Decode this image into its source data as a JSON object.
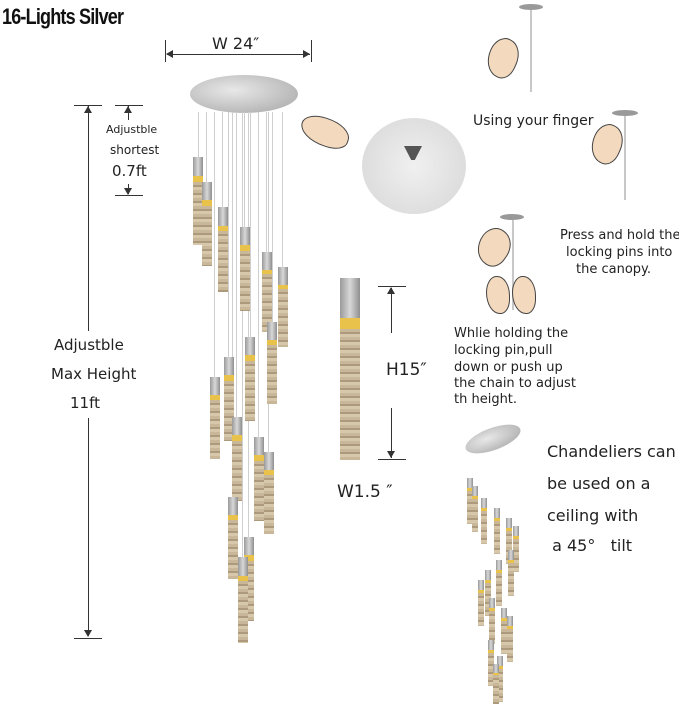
{
  "title": "16-Lights Silver",
  "dimensions": {
    "width_label": "W 24″",
    "shortest_label_line1": "Adjustble",
    "shortest_label_line2": "shortest",
    "shortest_value": "0.7ft",
    "max_label_line1": "Adjustble",
    "max_label_line2": "Max Height",
    "max_value": "11ft",
    "pendant_height": "H15″",
    "pendant_width": "W1.5 ″"
  },
  "instructions": {
    "step1": "Using your finger",
    "step2_line1": "Press and hold the",
    "step2_line2": "locking pins into",
    "step2_line3": "the canopy.",
    "step3_line1": "Whlie holding the",
    "step3_line2": "locking pin,pull",
    "step3_line3": "down or push up",
    "step3_line4": "the chain to adjust",
    "step3_line5": "th height."
  },
  "tilt_note": {
    "line1": "Chandeliers can",
    "line2": "be used on a",
    "line3": "ceiling with",
    "line4": " a 45°   tilt"
  },
  "colors": {
    "canopy": "#bdbdbd",
    "glow": "#e8c24a",
    "skin": "#f3d9bd"
  }
}
